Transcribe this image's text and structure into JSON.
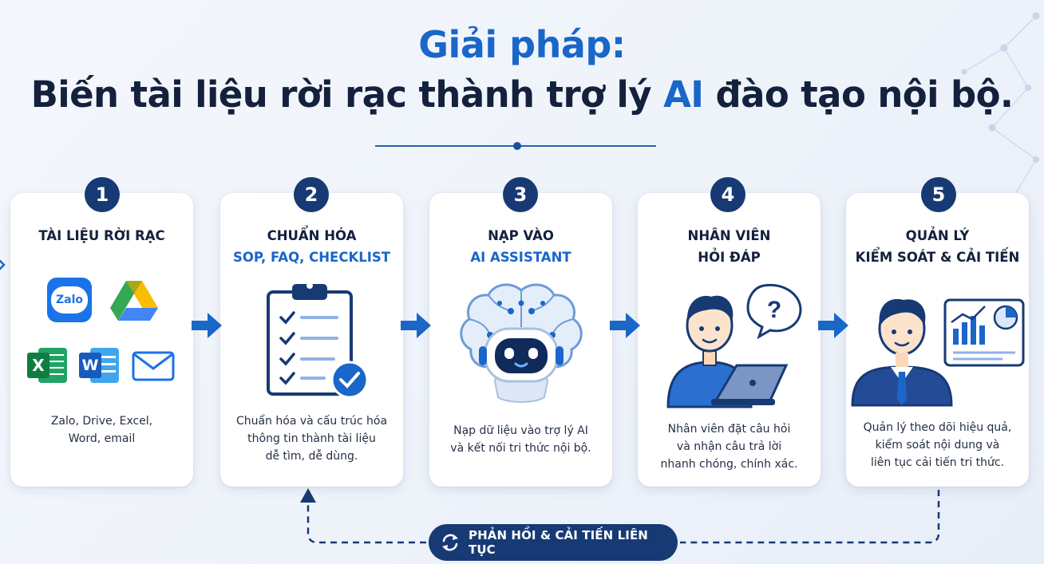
{
  "header": {
    "title_line1": "Giải pháp:",
    "title_line2_pre": "Biến tài liệu rời rạc thành trợ lý ",
    "title_line2_accent": "AI",
    "title_line2_post": " đào tạo nội bộ."
  },
  "steps": [
    {
      "number": "1",
      "title": [
        "TÀI LIỆU RỜI RẠC"
      ],
      "subtitle": "",
      "description": [
        "Zalo, Drive, Excel,",
        "Word, email"
      ],
      "icons": [
        "zalo-icon",
        "google-drive-icon",
        "excel-icon",
        "word-icon",
        "email-icon"
      ],
      "zalo_label": "Zalo",
      "excel_letter": "X",
      "word_letter": "W"
    },
    {
      "number": "2",
      "title": [
        "CHUẨN HÓA"
      ],
      "subtitle": "SOP, FAQ, CHECKLIST",
      "description": [
        "Chuẩn hóa và cấu trúc hóa",
        "thông tin thành tài liệu",
        "dễ tìm, dễ dùng."
      ],
      "icons": [
        "clipboard-checklist-icon",
        "check-circle-icon"
      ]
    },
    {
      "number": "3",
      "title": [
        "NẠP VÀO"
      ],
      "subtitle": "AI ASSISTANT",
      "description": [
        "Nạp dữ liệu vào trợ lý AI",
        "và kết nối tri thức nội bộ."
      ],
      "icons": [
        "brain-icon",
        "robot-icon"
      ]
    },
    {
      "number": "4",
      "title": [
        "NHÂN VIÊN",
        "HỎI ĐÁP"
      ],
      "subtitle": "",
      "description": [
        "Nhân viên đặt câu hỏi",
        "và nhận câu trả lời",
        "nhanh chóng, chính xác."
      ],
      "icons": [
        "employee-laptop-icon",
        "question-bubble-icon"
      ],
      "question_mark": "?"
    },
    {
      "number": "5",
      "title": [
        "QUẢN LÝ",
        "KIỂM SOÁT & CẢI TIẾN"
      ],
      "subtitle": "",
      "description": [
        "Quản lý theo dõi hiệu quả,",
        "kiểm soát nội dung và",
        "liên tục cải tiến tri thức."
      ],
      "icons": [
        "manager-icon",
        "dashboard-chart-icon"
      ]
    }
  ],
  "feedback_loop": {
    "label": "PHẢN HỒI & CẢI TIẾN LIÊN TỤC",
    "icon": "cycle-arrows-icon"
  },
  "colors": {
    "accent_blue": "#1a66c9",
    "navy": "#173a75",
    "text_dark": "#14213d",
    "background": "#f1f5fb"
  }
}
